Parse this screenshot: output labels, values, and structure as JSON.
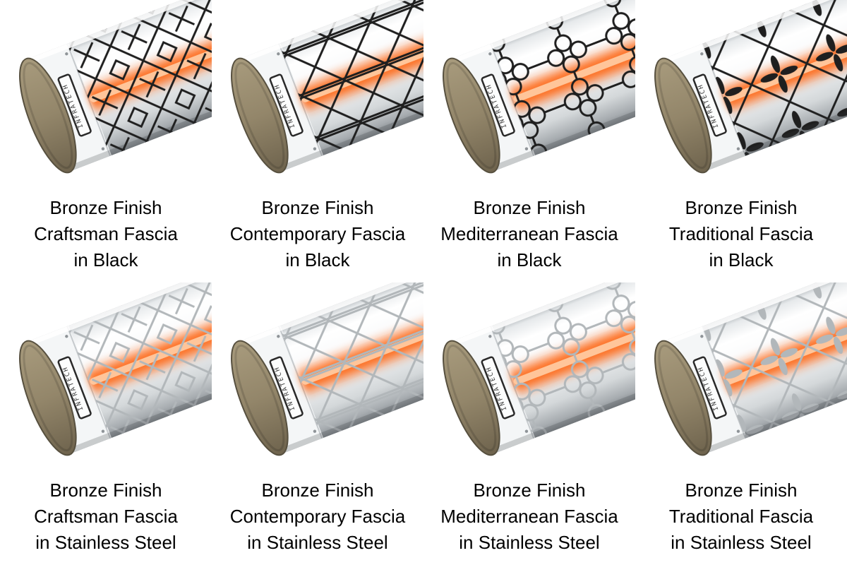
{
  "brand": {
    "logo_text": "INFRATECH"
  },
  "palette": {
    "fascia_black": "#1f1f1f",
    "fascia_stainless": "#b2b7ba",
    "endcap_bronze_light": "#a89b7d",
    "endcap_bronze": "#93866a",
    "endcap_bronze_dark": "#6e634d",
    "endcap_rim": "#57503f",
    "element_orange": "#ff5a00",
    "element_core": "#ffc9a0",
    "body_light": "#ffffff",
    "body_dark": "#83888c",
    "plaque_border": "#2a2a2a"
  },
  "products": [
    {
      "pattern": "craftsman",
      "fascia": "black",
      "caption": [
        "Bronze Finish",
        "Craftsman Fascia",
        "in Black"
      ]
    },
    {
      "pattern": "contemporary",
      "fascia": "black",
      "caption": [
        "Bronze Finish",
        "Contemporary Fascia",
        "in Black"
      ]
    },
    {
      "pattern": "mediterranean",
      "fascia": "black",
      "caption": [
        "Bronze Finish",
        "Mediterranean Fascia",
        "in Black"
      ]
    },
    {
      "pattern": "traditional",
      "fascia": "black",
      "caption": [
        "Bronze Finish",
        "Traditional Fascia",
        "in Black"
      ]
    },
    {
      "pattern": "craftsman",
      "fascia": "stainless",
      "caption": [
        "Bronze Finish",
        "Craftsman Fascia",
        "in Stainless Steel"
      ]
    },
    {
      "pattern": "contemporary",
      "fascia": "stainless",
      "caption": [
        "Bronze Finish",
        "Contemporary Fascia",
        "in Stainless Steel"
      ]
    },
    {
      "pattern": "mediterranean",
      "fascia": "stainless",
      "caption": [
        "Bronze Finish",
        "Mediterranean Fascia",
        "in Stainless Steel"
      ]
    },
    {
      "pattern": "traditional",
      "fascia": "stainless",
      "caption": [
        "Bronze Finish",
        "Traditional Fascia",
        "in Stainless Steel"
      ]
    }
  ]
}
